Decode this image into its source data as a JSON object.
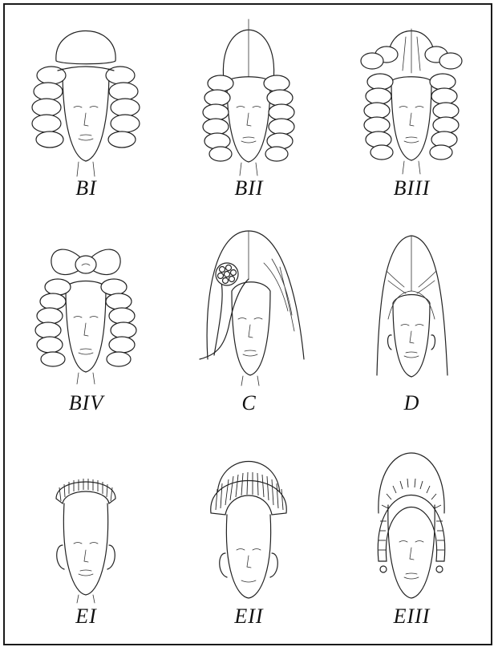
{
  "figure": {
    "styles": [
      {
        "id": "bi",
        "label": "BI"
      },
      {
        "id": "bii",
        "label": "BII"
      },
      {
        "id": "biii",
        "label": "BIII"
      },
      {
        "id": "biv",
        "label": "BIV"
      },
      {
        "id": "c",
        "label": "C"
      },
      {
        "id": "d",
        "label": "D"
      },
      {
        "id": "ei",
        "label": "EI"
      },
      {
        "id": "eii",
        "label": "EII"
      },
      {
        "id": "eiii",
        "label": "EIII"
      }
    ]
  }
}
